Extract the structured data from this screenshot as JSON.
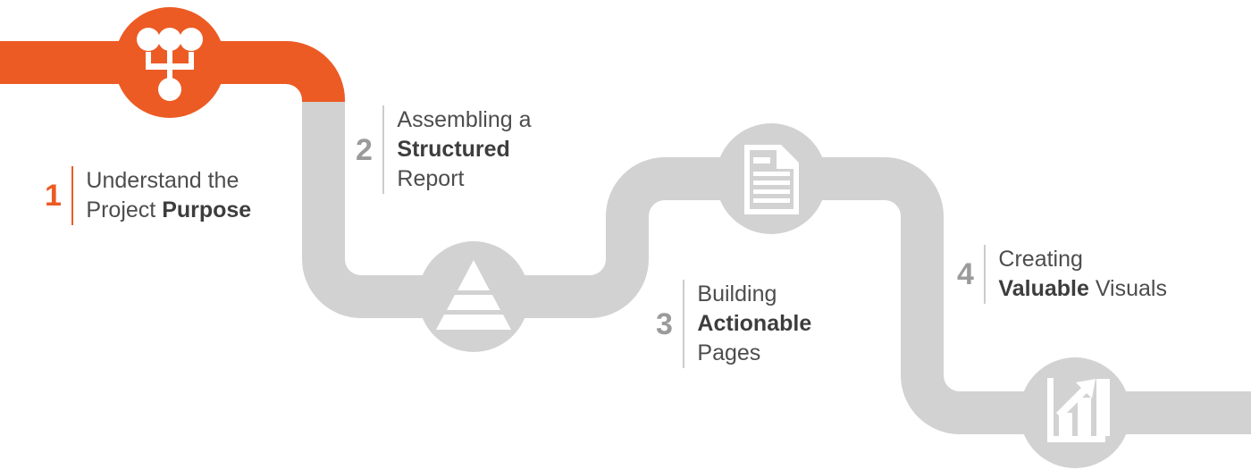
{
  "theme": {
    "background": "#ffffff",
    "accent_orange": "#ec5b24",
    "track_gray": "#d2d2d2",
    "number_gray": "#9b9b9b",
    "rule_gray": "#cccccc",
    "text_gray": "#4d4d4d",
    "text_bold": "#3d3d3d",
    "icon_white": "#ffffff"
  },
  "diagram": {
    "type": "process-flow",
    "orientation": "descending-staircase",
    "step_count": 4,
    "steps": [
      {
        "number": "1",
        "line1": "Understand the",
        "line2_normal": "Project ",
        "line2_bold": "Purpose",
        "line3": "",
        "icon": "org-chart-icon",
        "state": "active",
        "number_color": "#ec5b24",
        "rule_color": "#ec5b24",
        "node_color": "#ec5b24"
      },
      {
        "number": "2",
        "line1": "Assembling a",
        "line2_bold": "Structured",
        "line3": "Report",
        "icon": "pyramid-icon",
        "state": "inactive",
        "number_color": "#9b9b9b",
        "rule_color": "#cccccc",
        "node_color": "#d2d2d2"
      },
      {
        "number": "3",
        "line1": "Building",
        "line2_bold": "Actionable",
        "line3": "Pages",
        "icon": "document-icon",
        "state": "inactive",
        "number_color": "#9b9b9b",
        "rule_color": "#cccccc",
        "node_color": "#d2d2d2"
      },
      {
        "number": "4",
        "line1": "Creating",
        "line2_bold": "Valuable",
        "line2_normal": " Visuals",
        "line3": "",
        "icon": "bar-chart-growth-icon",
        "state": "inactive",
        "number_color": "#9b9b9b",
        "rule_color": "#cccccc",
        "node_color": "#d2d2d2"
      }
    ]
  }
}
